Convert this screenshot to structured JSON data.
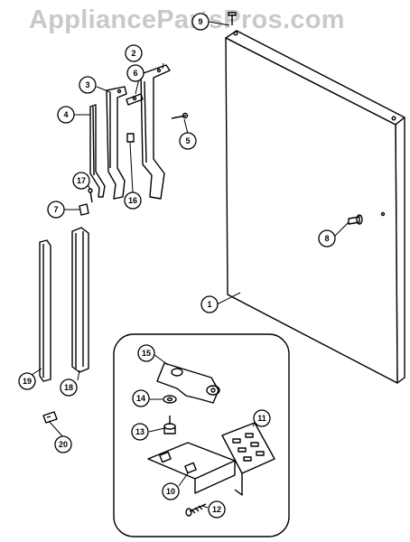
{
  "watermark": "AppliancePartsPros.com",
  "callouts": {
    "c1": "1",
    "c2": "2",
    "c3": "3",
    "c4": "4",
    "c5": "5",
    "c6": "6",
    "c7": "7",
    "c8": "8",
    "c9": "9",
    "c10": "10",
    "c11": "11",
    "c12": "12",
    "c13": "13",
    "c14": "14",
    "c15": "15",
    "c16": "16",
    "c17": "17",
    "c18": "18",
    "c19": "19",
    "c20": "20"
  }
}
